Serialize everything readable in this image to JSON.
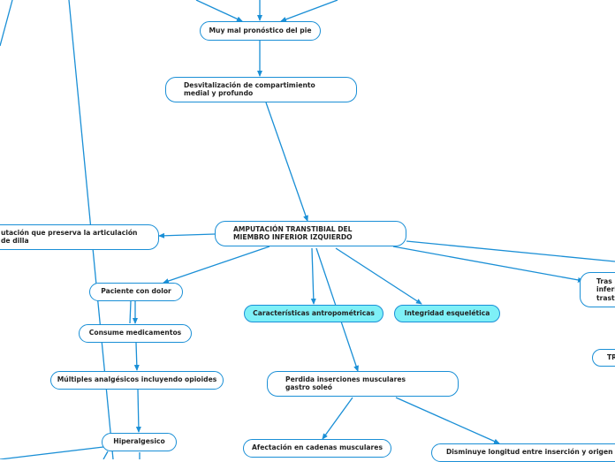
{
  "colors": {
    "edge": "#1a8fd6",
    "border": "#1a8fd6",
    "highlight": "#7ef0f7"
  },
  "nodes": {
    "pronostico": "Muy mal pronóstico del pie",
    "desvitalizacion": "Desvitalización de compartimiento medial y profundo",
    "central": "AMPUTACIÓN TRANSTIBIAL DEL MIEMBRO INFERIOR IZQUIERDO",
    "preserva": "utación que preserva la articulación de dilla",
    "paciente_dolor": "Paciente con dolor",
    "consume": "Consume medicamentos",
    "analgesicos": "Múltiples analgésicos incluyendo opioides",
    "hiperalgesico": "Hiperalgesico",
    "antropometricas": "Características antropométricas",
    "integridad": "Integridad esquelética",
    "perdida": "Perdida inserciones musculares gastro soleó",
    "afectacion": "Afectación en cadenas musculares",
    "disminuye": "Disminuye longitud entre inserción y origen",
    "tras": "Tras inferi trasto",
    "tr": "TR"
  }
}
